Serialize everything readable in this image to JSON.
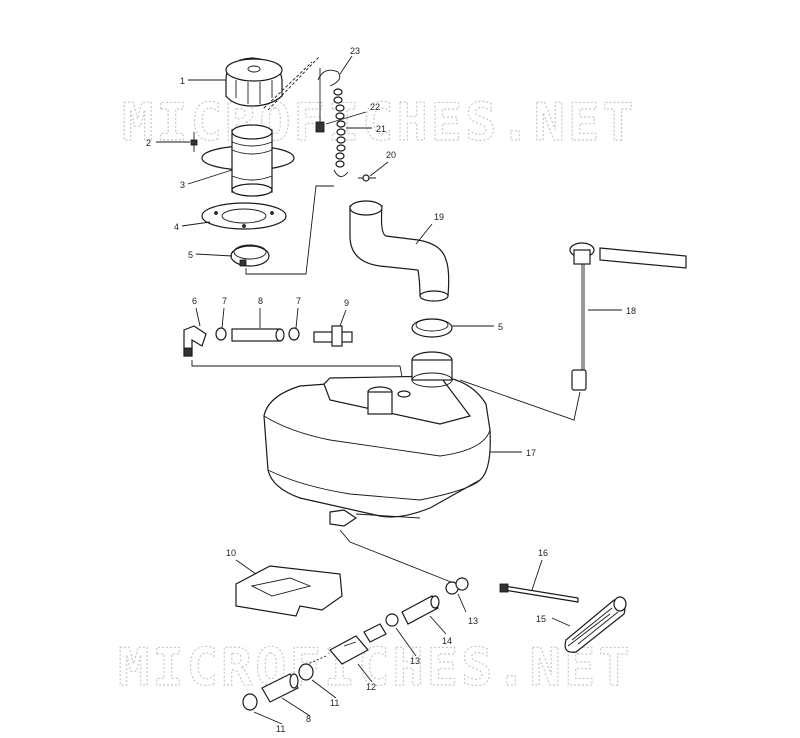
{
  "diagram": {
    "watermark": "MICROFICHES.NET",
    "callouts": [
      {
        "id": "c1",
        "text": "1"
      },
      {
        "id": "c2",
        "text": "2"
      },
      {
        "id": "c3",
        "text": "3"
      },
      {
        "id": "c4",
        "text": "4"
      },
      {
        "id": "c5a",
        "text": "5"
      },
      {
        "id": "c5b",
        "text": "5"
      },
      {
        "id": "c6",
        "text": "6"
      },
      {
        "id": "c7a",
        "text": "7"
      },
      {
        "id": "c7b",
        "text": "7"
      },
      {
        "id": "c8a",
        "text": "8"
      },
      {
        "id": "c8b",
        "text": "8"
      },
      {
        "id": "c9",
        "text": "9"
      },
      {
        "id": "c10",
        "text": "10"
      },
      {
        "id": "c11a",
        "text": "11"
      },
      {
        "id": "c11b",
        "text": "11"
      },
      {
        "id": "c12",
        "text": "12"
      },
      {
        "id": "c13a",
        "text": "13"
      },
      {
        "id": "c13b",
        "text": "13"
      },
      {
        "id": "c14",
        "text": "14"
      },
      {
        "id": "c15",
        "text": "15"
      },
      {
        "id": "c16",
        "text": "16"
      },
      {
        "id": "c17",
        "text": "17"
      },
      {
        "id": "c18",
        "text": "18"
      },
      {
        "id": "c19",
        "text": "19"
      },
      {
        "id": "c20",
        "text": "20"
      },
      {
        "id": "c21",
        "text": "21"
      },
      {
        "id": "c22",
        "text": "22"
      },
      {
        "id": "c23",
        "text": "23"
      }
    ]
  }
}
